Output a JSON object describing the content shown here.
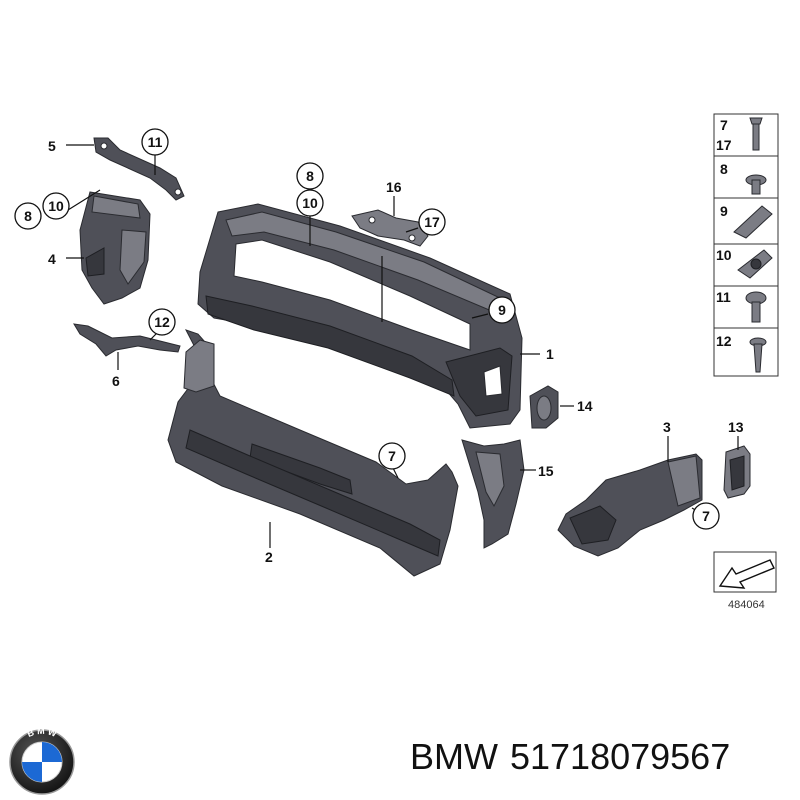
{
  "callouts": {
    "c1": "1",
    "c2": "2",
    "c3": "3",
    "c4": "4",
    "c5": "5",
    "c6": "6",
    "c7a": "7",
    "c7b": "7",
    "c8a": "8",
    "c8b": "8",
    "c9": "9",
    "c10a": "10",
    "c10b": "10",
    "c11": "11",
    "c12": "12",
    "c13": "13",
    "c14": "14",
    "c15": "15",
    "c16": "16",
    "c17": "17"
  },
  "legend": {
    "r1a": "7",
    "r1b": "17",
    "r2": "8",
    "r3": "9",
    "r4": "10",
    "r5": "11",
    "r6": "12"
  },
  "diagram_ref": "484064",
  "caption": {
    "brand": "BMW",
    "part_number": "51718079567"
  },
  "colors": {
    "part": "#4f5058",
    "outline": "#111111",
    "background": "#ffffff"
  }
}
